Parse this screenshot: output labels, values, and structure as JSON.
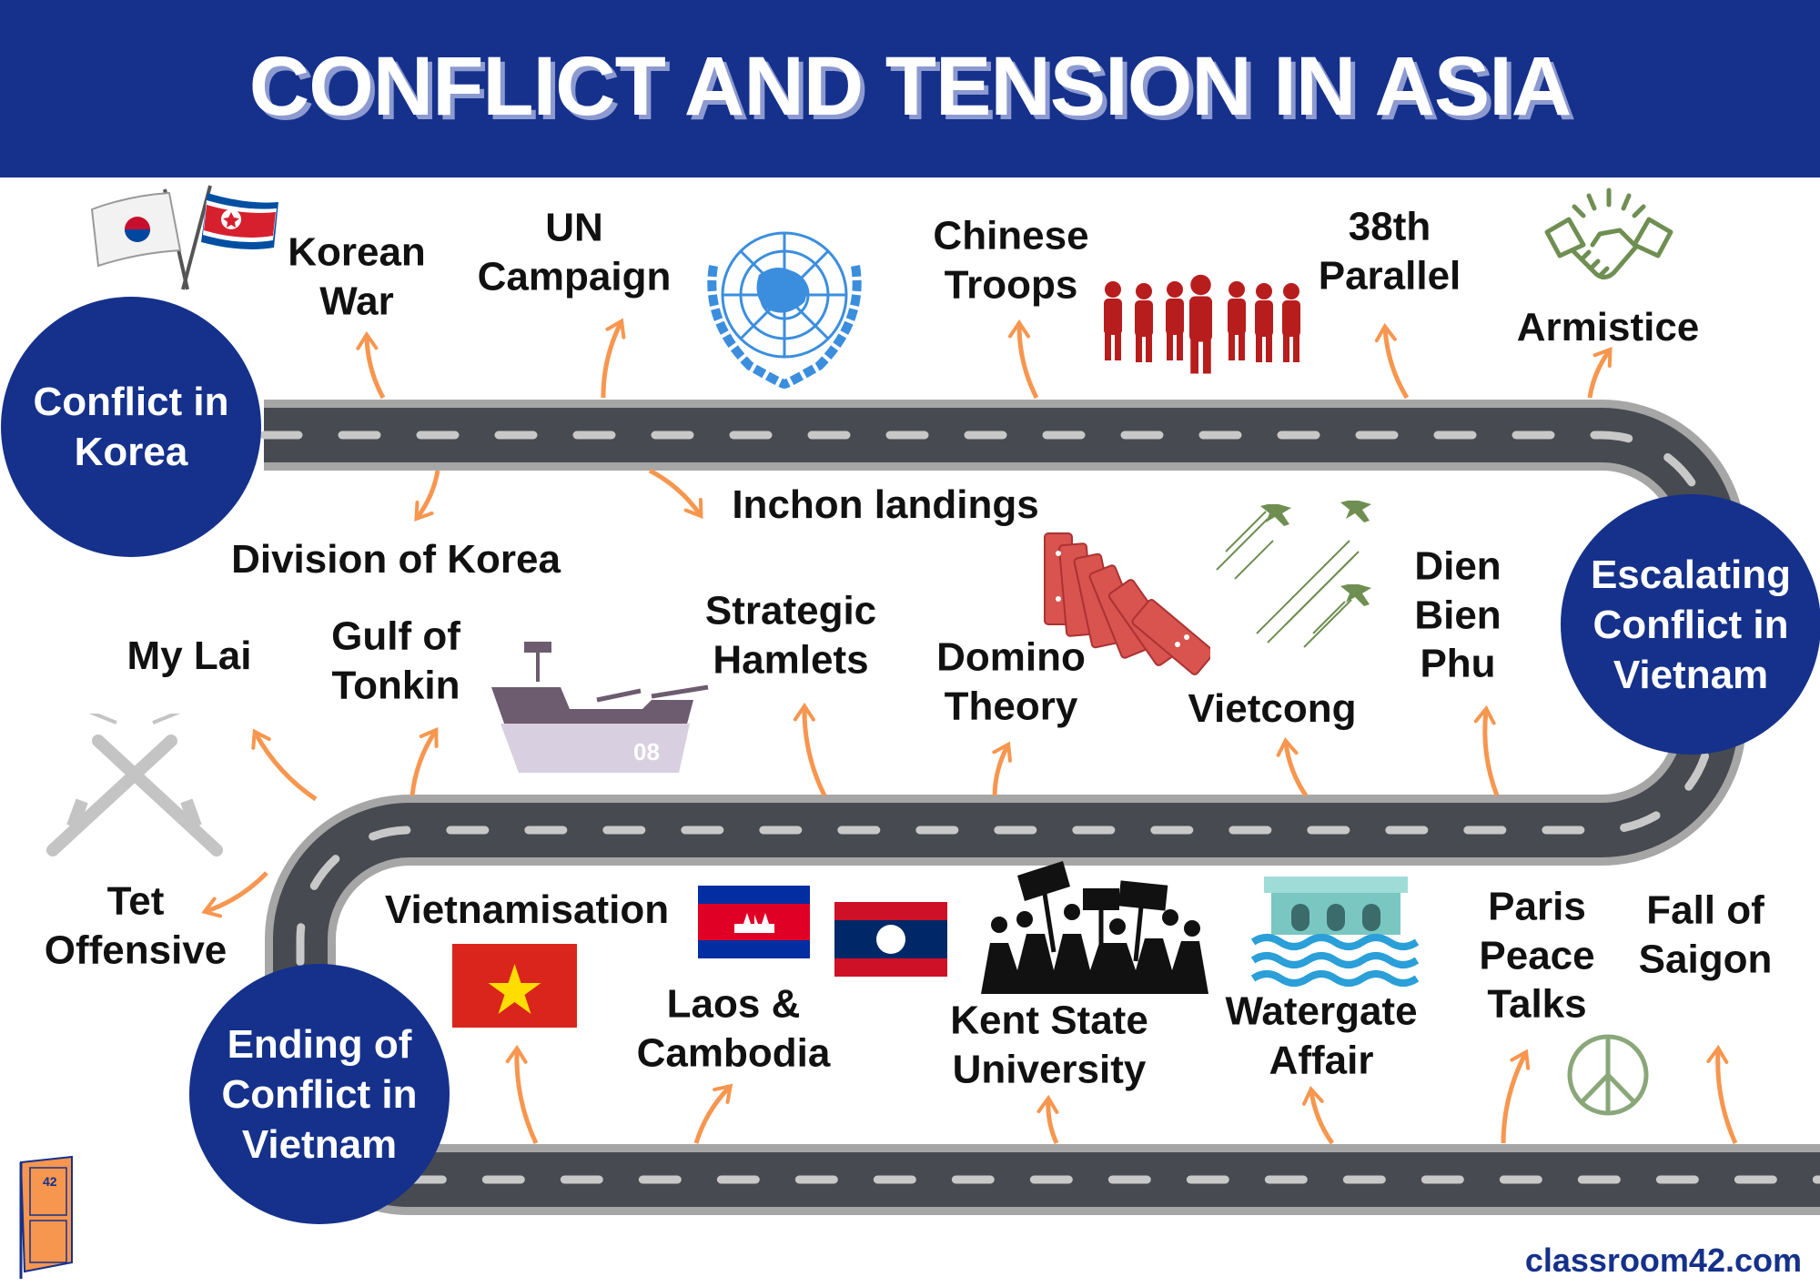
{
  "header": {
    "title": "CONFLICT AND TENSION IN ASIA"
  },
  "colors": {
    "navy": "#15318b",
    "arrow": "#f7964f",
    "road": "#474a50",
    "road_edge": "#a6a6a6"
  },
  "sections": [
    {
      "label": "Conflict in\nKorea"
    },
    {
      "label": "Escalating\nConflict in\nVietnam"
    },
    {
      "label": "Ending of\nConflict in\nVietnam"
    }
  ],
  "events": {
    "korean_war": "Korean\nWar",
    "un_campaign": "UN\nCampaign",
    "chinese_troops": "Chinese\nTroops",
    "parallel": "38th\nParallel",
    "armistice": "Armistice",
    "division": "Division of Korea",
    "inchon": "Inchon landings",
    "dien_bien_phu": "Dien\nBien\nPhu",
    "my_lai": "My Lai",
    "gulf_of_tonkin": "Gulf of\nTonkin",
    "strategic_hamlets": "Strategic\nHamlets",
    "domino": "Domino\nTheory",
    "vietcong": "Vietcong",
    "tet": "Tet\nOffensive",
    "vietnamisation": "Vietnamisation",
    "laos_cambodia": "Laos &\nCambodia",
    "kent_state": "Kent State\nUniversity",
    "watergate": "Watergate\nAffair",
    "paris": "Paris\nPeace\nTalks",
    "saigon": "Fall of\nSaigon"
  },
  "icons": [
    "korea-flags-icon",
    "un-emblem-icon",
    "soldiers-icon",
    "handshake-icon",
    "dominoes-icon",
    "fighter-jets-icon",
    "warship-icon",
    "rifles-icon",
    "vietnam-flag-icon",
    "cambodia-flag-icon",
    "laos-flag-icon",
    "protest-icon",
    "watergate-building-icon",
    "peace-sign-icon",
    "door-logo-icon"
  ],
  "logo": {
    "door_number": "42",
    "ship_number": "08"
  },
  "footer": {
    "brand": "classroom42.com"
  }
}
